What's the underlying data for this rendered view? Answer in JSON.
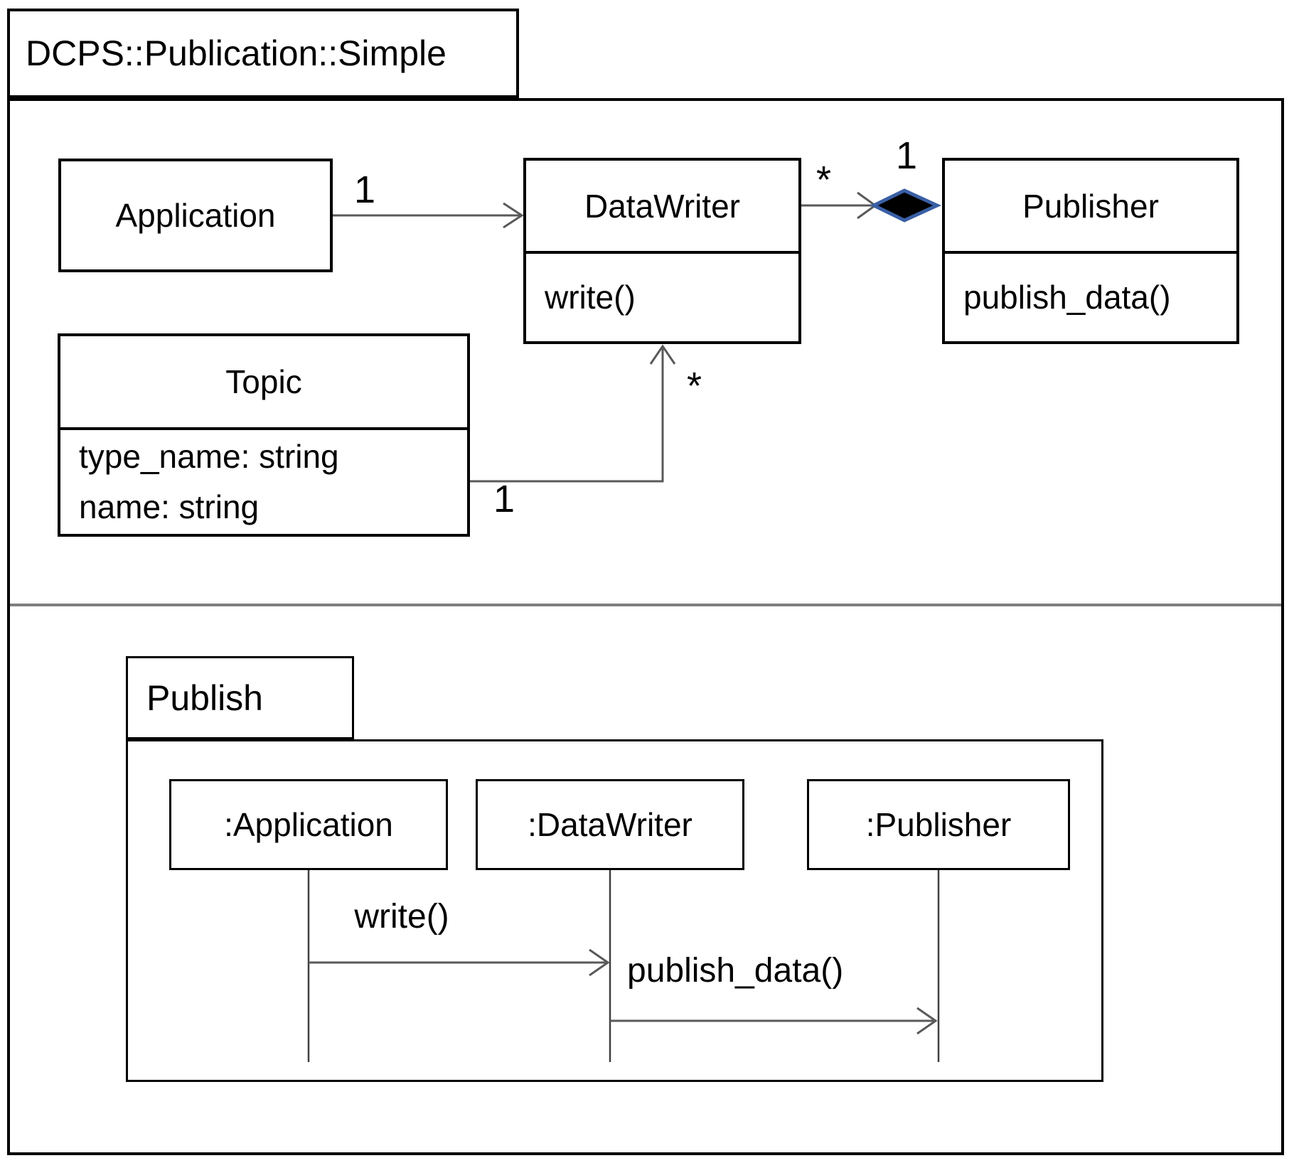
{
  "package": {
    "title": "DCPS::Publication::Simple"
  },
  "class_diagram": {
    "classes": [
      {
        "name": "Application",
        "attributes": [],
        "methods": []
      },
      {
        "name": "DataWriter",
        "attributes": [],
        "methods": [
          "write()"
        ]
      },
      {
        "name": "Publisher",
        "attributes": [],
        "methods": [
          "publish_data()"
        ]
      },
      {
        "name": "Topic",
        "attributes": [
          "type_name: string",
          "name: string"
        ],
        "methods": []
      }
    ],
    "associations": [
      {
        "from": "Application",
        "to": "DataWriter",
        "type": "directed",
        "source_multiplicity": "1"
      },
      {
        "from": "DataWriter",
        "to": "Publisher",
        "type": "composition",
        "source_multiplicity": "*",
        "target_multiplicity": "1"
      },
      {
        "from": "Topic",
        "to": "DataWriter",
        "type": "directed",
        "source_multiplicity": "1",
        "target_multiplicity": "*"
      }
    ]
  },
  "sequence_diagram": {
    "frame_title": "Publish",
    "lifelines": [
      {
        "name": ":Application"
      },
      {
        "name": ":DataWriter"
      },
      {
        "name": ":Publisher"
      }
    ],
    "messages": [
      {
        "from": ":Application",
        "to": ":DataWriter",
        "label": "write()"
      },
      {
        "from": ":DataWriter",
        "to": ":Publisher",
        "label": "publish_data()"
      }
    ]
  },
  "colors": {
    "border": "#000000",
    "line": "#595959",
    "lifeline": "#404040",
    "divider": "#7f7f7f",
    "composition_fill": "#000000",
    "composition_border": "#3a5fa5"
  }
}
